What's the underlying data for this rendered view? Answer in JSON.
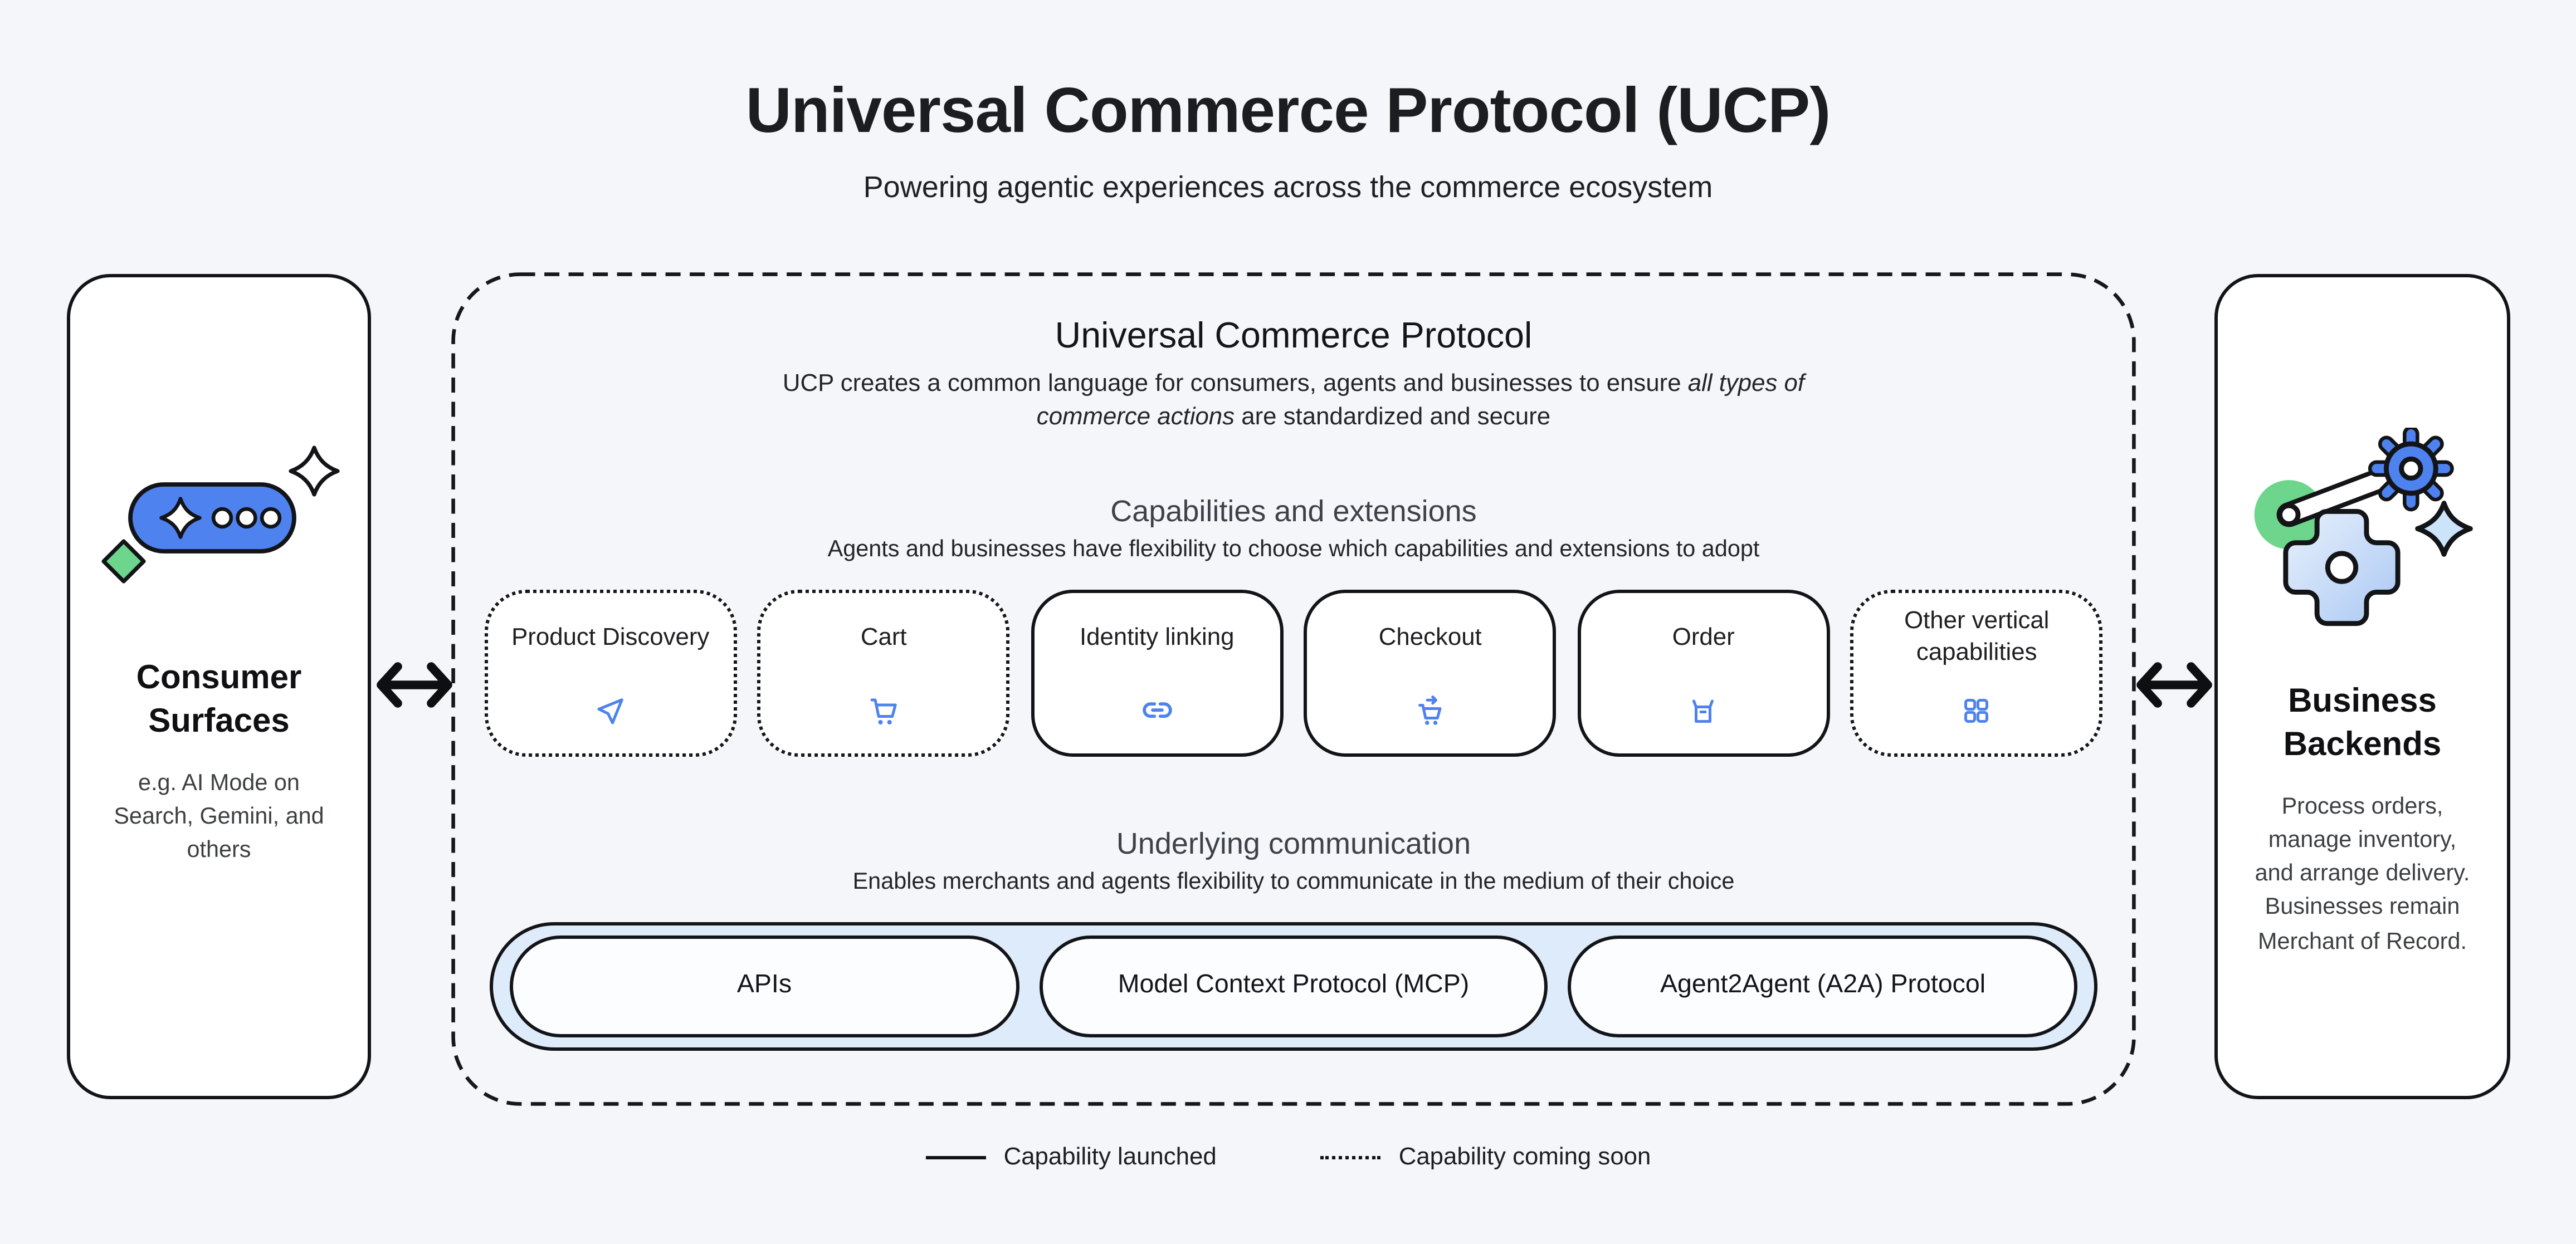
{
  "page": {
    "title": "Universal Commerce Protocol (UCP)",
    "subtitle": "Powering agentic experiences across the commerce ecosystem"
  },
  "left_panel": {
    "title": "Consumer Surfaces",
    "description": "e.g. AI Mode on Search, Gemini, and others",
    "icon": "ai-chat-pill-sparkle-icon"
  },
  "right_panel": {
    "title": "Business Backends",
    "description": "Process orders, manage inventory, and arrange delivery. Businesses remain Merchant of Record.",
    "icon": "gears-sparkle-icon"
  },
  "protocol_panel": {
    "title": "Universal Commerce Protocol",
    "description_lines": [
      [
        {
          "text": "UCP creates a common language for consumers, agents and businesses to ensure ",
          "italic": false
        },
        {
          "text": "all types of",
          "italic": true
        }
      ],
      [
        {
          "text": "commerce actions",
          "italic": true
        },
        {
          "text": " are standardized and secure",
          "italic": false
        }
      ]
    ],
    "capabilities_section": {
      "title": "Capabilities and extensions",
      "subtitle": "Agents and businesses have flexibility to choose which capabilities and extensions to adopt",
      "cards": [
        {
          "label": "Product Discovery",
          "icon": "navigation-arrow-icon",
          "status": "coming-soon"
        },
        {
          "label": "Cart",
          "icon": "shopping-cart-icon",
          "status": "coming-soon"
        },
        {
          "label": "Identity linking",
          "icon": "link-icon",
          "status": "launched"
        },
        {
          "label": "Checkout",
          "icon": "cart-checkout-icon",
          "status": "launched"
        },
        {
          "label": "Order",
          "icon": "order-box-icon",
          "status": "launched"
        },
        {
          "label": "Other vertical capabilities",
          "icon": "grid-icon",
          "status": "coming-soon"
        }
      ]
    },
    "communication_section": {
      "title": "Underlying communication",
      "subtitle": "Enables merchants and agents flexibility to communicate in the medium of their choice",
      "pills": [
        "APIs",
        "Model Context Protocol (MCP)",
        "Agent2Agent (A2A) Protocol"
      ]
    }
  },
  "legend": {
    "launched_label": "Capability launched",
    "coming_soon_label": "Capability coming soon"
  },
  "colors": {
    "background": "#F4F6F9",
    "ink": "#131417",
    "accent_blue": "#4E82EE",
    "communication_band_blue": "#DEEBFA",
    "sparkle_light_blue": "#CCE4FA",
    "green": "#6DD58C"
  }
}
